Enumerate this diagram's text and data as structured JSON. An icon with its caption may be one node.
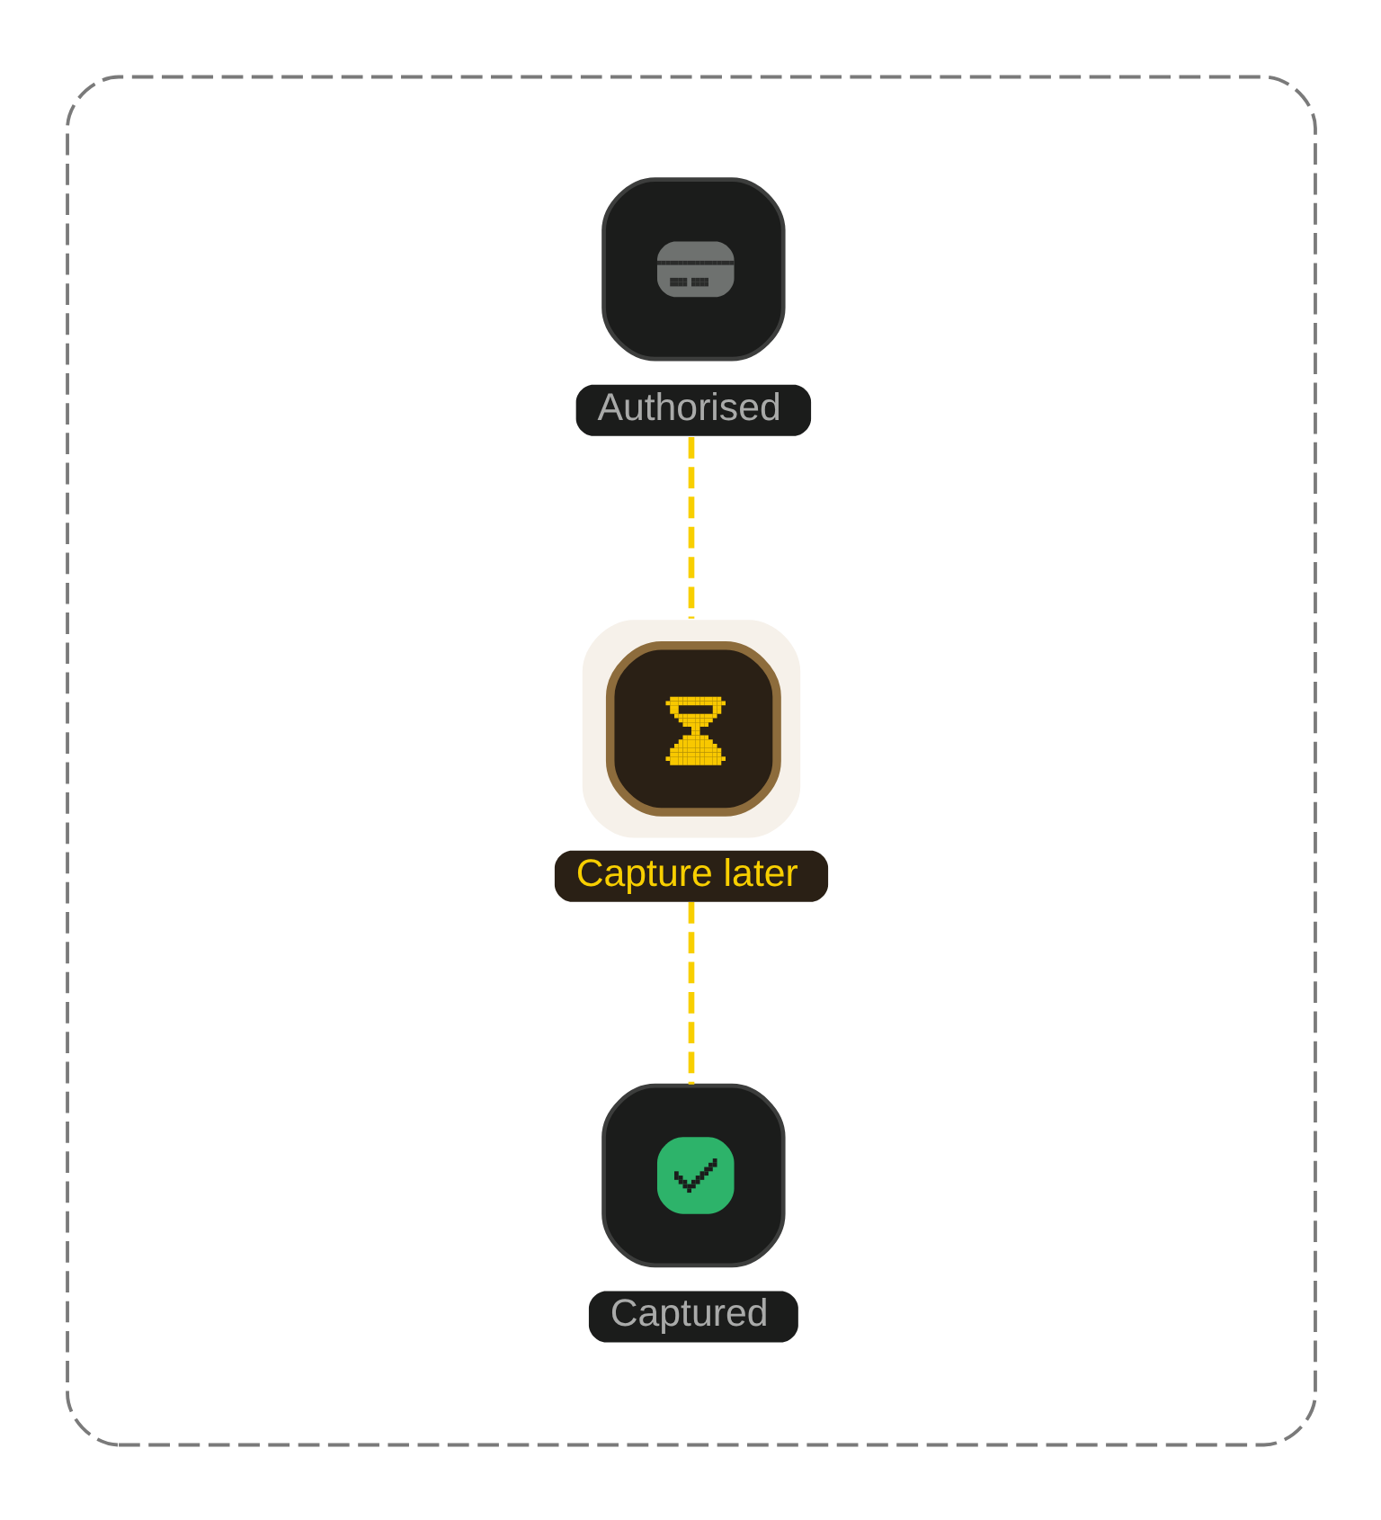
{
  "diagram": {
    "nodes": [
      {
        "text": [],
        "shape": "box"
      },
      {
        "text": [
          "Authorised"
        ],
        "in": 0
      },
      {
        "text": [
          "Capture later"
        ],
        "in": 0
      },
      {
        "text": [
          "Captured"
        ],
        "in": 0
      }
    ],
    "edges": [
      {
        "from": 1,
        "to": 2,
        "arrow": "none",
        "style": "dashed"
      },
      {
        "from": 2,
        "to": 3,
        "arrow": "none",
        "style": "dashed"
      }
    ]
  }
}
